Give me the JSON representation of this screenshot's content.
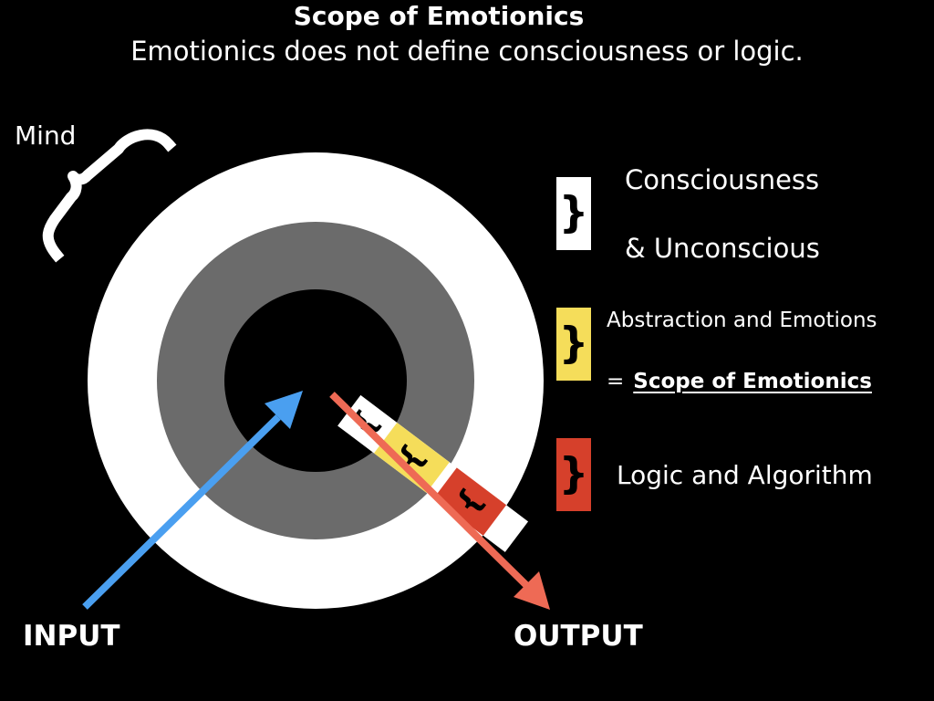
{
  "title": "Scope of Emotionics",
  "subtitle": "Emotionics does not define consciousness or logic.",
  "mind_label": "Mind",
  "legend": {
    "consciousness": "Consciousness",
    "unconscious": "& Unconscious",
    "abstraction": "Abstraction and Emotions",
    "equals": "=",
    "scope": "Scope of Emotionics",
    "logic": "Logic and Algorithm"
  },
  "input_label": "INPUT",
  "output_label": "OUTPUT",
  "colors": {
    "background": "#000000",
    "outer_ring": "#ffffff",
    "middle_ring": "#6b6b6b",
    "core": "#000000",
    "consciousness_swatch": "#ffffff",
    "emotions_swatch": "#f5dd5a",
    "logic_swatch": "#d6402b",
    "input_arrow": "#4a9ff0",
    "output_arrow": "#ee6a55"
  },
  "icons": {
    "bracket": "right-curly-brace",
    "mind_brace": "curly-brace"
  }
}
